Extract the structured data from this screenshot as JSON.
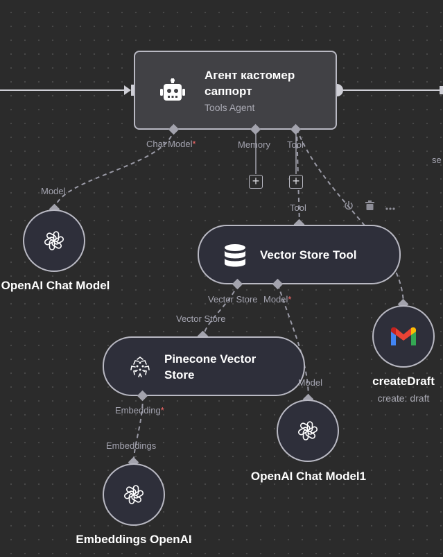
{
  "nodes": {
    "agent": {
      "title": "Агент кастомер саппорт",
      "subtitle": "Tools Agent"
    },
    "vector_store_tool": {
      "title": "Vector Store Tool"
    },
    "pinecone": {
      "title": "Pinecone Vector Store"
    },
    "openai_chat_model": {
      "title": "OpenAI Chat Model"
    },
    "create_draft": {
      "title": "createDraft",
      "subtitle": "create: draft"
    },
    "openai_chat_model1": {
      "title": "OpenAI Chat Model1"
    },
    "embeddings_openai": {
      "title": "Embeddings OpenAI"
    }
  },
  "ports": {
    "agent_chat_model": "Chat Model",
    "agent_memory": "Memory",
    "agent_tool": "Tool",
    "openai_model": "Model",
    "vst_input": "Tool",
    "vst_vector_store": "Vector Store",
    "vst_model": "Model",
    "pinecone_input": "Vector Store",
    "pinecone_embedding": "Embedding",
    "embeddings_input": "Embeddings",
    "openai1_model": "Model"
  },
  "required_marker": "*",
  "edge_clipped_text": "se",
  "icons": {
    "agent": "robot-icon",
    "vector_store_tool": "database-icon",
    "pinecone": "pinecone-icon",
    "openai": "openai-icon",
    "gmail": "gmail-icon",
    "power": "power-icon",
    "trash": "trash-icon",
    "more": "more-icon",
    "plus": "plus-icon"
  },
  "colors": {
    "canvas": "#2b2b2b",
    "node_border": "#b9b9c3",
    "connector": "#a3a3ad",
    "required": "#ff6b6b"
  }
}
